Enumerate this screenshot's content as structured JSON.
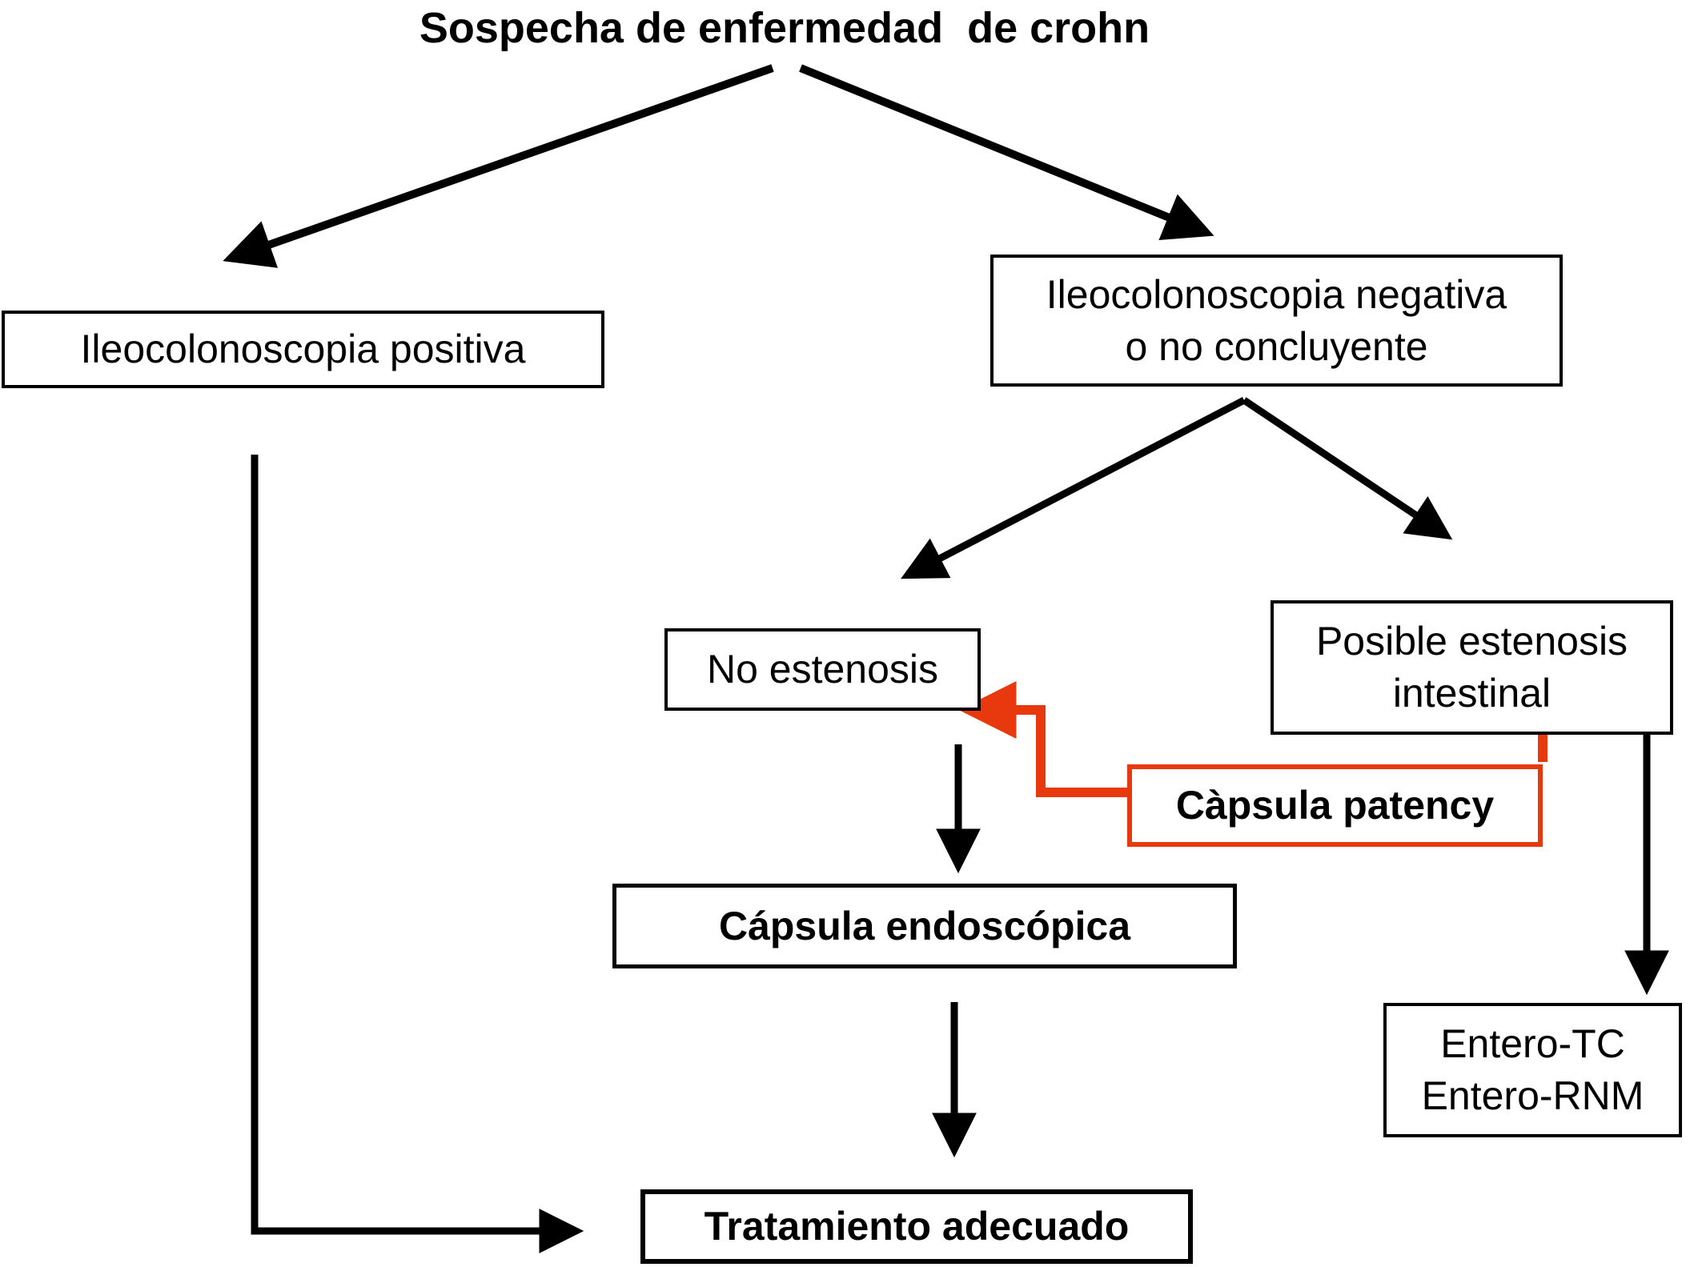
{
  "palette": {
    "accent_red": "#e8380e",
    "line_black": "#000000",
    "background": "#ffffff"
  },
  "title": "Sospecha de enfermedad  de crohn",
  "nodes": {
    "positive": {
      "label": "Ileocolonoscopia positiva"
    },
    "negative": {
      "line1": "Ileocolonoscopia negativa",
      "line2": "o no concluyente"
    },
    "no_stenosis": {
      "label": "No estenosis"
    },
    "possible_stenosis": {
      "line1": "Posible estenosis",
      "line2": "intestinal"
    },
    "patency_capsule": {
      "label": "Càpsula patency"
    },
    "capsule_endoscopy": {
      "label": "Cápsula endoscópica"
    },
    "entero": {
      "line1": "Entero-TC",
      "line2": "Entero-RNM"
    },
    "treatment": {
      "label": "Tratamiento adecuado"
    }
  }
}
